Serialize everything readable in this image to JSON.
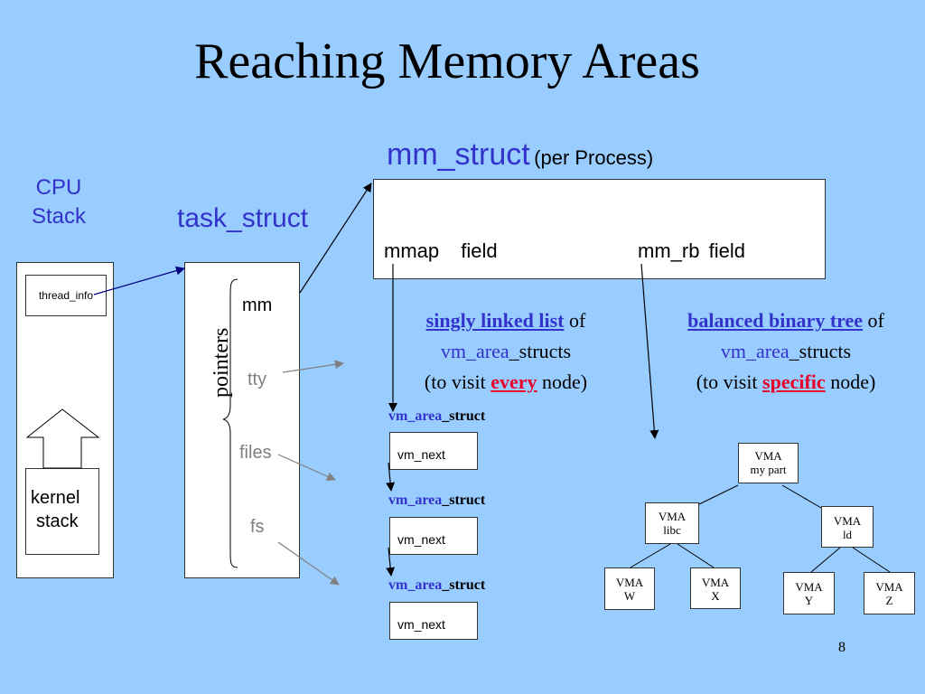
{
  "slide": {
    "title": "Reaching Memory Areas",
    "page_number": "8"
  },
  "cpu": {
    "label_line1": "CPU",
    "label_line2": "Stack",
    "thread_info": "thread_info",
    "kernel_line1": "kernel",
    "kernel_line2": "stack"
  },
  "task": {
    "label": "task_struct",
    "pointers": "pointers",
    "fields": [
      "mm",
      "tty",
      "files",
      "fs"
    ]
  },
  "mm": {
    "title": "mm_struct",
    "subtitle": "(per Process)",
    "mmap_field": "mmap",
    "mmap_field_suffix": "field",
    "rb_field": "mm_rb",
    "rb_field_suffix": "field"
  },
  "list_desc": {
    "link": "singly linked list",
    "of": "of",
    "vm_area": "vm_area",
    "structs": "_structs",
    "visit_prefix": "(to visit",
    "emph": "every",
    "visit_suffix": "node)"
  },
  "tree_desc": {
    "link": "balanced binary tree",
    "of": "of",
    "vm_area": "vm_area",
    "structs": "_structs",
    "visit_prefix": "(to visit",
    "emph": "specific",
    "visit_suffix": "node)"
  },
  "vm_list": [
    {
      "label_a": "vm_area",
      "label_b": "_struct",
      "field": "vm_next"
    },
    {
      "label_a": "vm_area",
      "label_b": "_struct",
      "field": "vm_next"
    },
    {
      "label_a": "vm_area",
      "label_b": "_struct",
      "field": "vm_next"
    }
  ],
  "vma_tree": {
    "root": {
      "l1": "VMA",
      "l2": "my part"
    },
    "libc": {
      "l1": "VMA",
      "l2": "libc"
    },
    "ld": {
      "l1": "VMA",
      "l2": "ld"
    },
    "w": {
      "l1": "VMA",
      "l2": "W"
    },
    "x": {
      "l1": "VMA",
      "l2": "X"
    },
    "y": {
      "l1": "VMA",
      "l2": "Y"
    },
    "z": {
      "l1": "VMA",
      "l2": "Z"
    }
  },
  "colors": {
    "background": "#99ccff",
    "accent_blue": "#3333cc",
    "emphasis_red": "#e8002a",
    "muted_gray": "#808080"
  }
}
